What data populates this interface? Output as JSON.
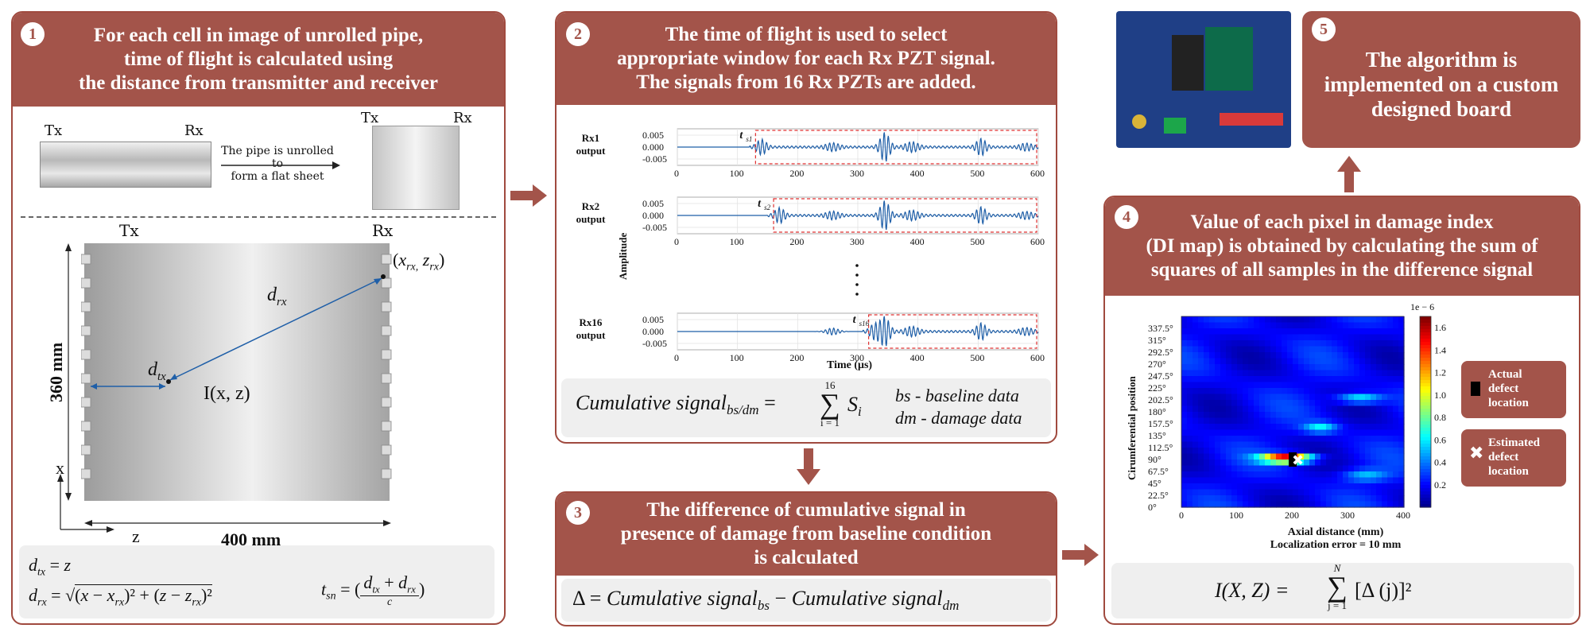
{
  "panel1": {
    "number": "1",
    "title_lines": [
      "For each cell in image of unrolled pipe,",
      "time of flight is calculated using",
      "the distance from transmitter and receiver"
    ],
    "tx_label": "Tx",
    "rx_label": "Rx",
    "unroll_text_1": "The pipe is unrolled to",
    "unroll_text_2": "form a flat sheet",
    "height_label": "360 mm",
    "width_label": "400 mm",
    "point_label": "I(x, z)",
    "rx_point_label": "(x",
    "d_rx": "d",
    "d_tx": "d",
    "axis_x": "x",
    "axis_z": "z",
    "formula_1": "d_tx = z",
    "formula_2": "d_rx = √((x − x_rx)² + (z − z_rx)²)",
    "formula_3": "t_sn = ((d_tx + d_rx) / c)"
  },
  "panel2": {
    "number": "2",
    "title_lines": [
      "The time of flight is used to select",
      "appropriate window for each Rx PZT signal.",
      "The signals from 16 Rx PZTs are added."
    ],
    "signal_labels": [
      [
        "Rx1",
        "output"
      ],
      [
        "Rx2",
        "output"
      ],
      [
        "Rx16",
        "output"
      ]
    ],
    "ts_labels": [
      "s1",
      "s2",
      "s16"
    ],
    "ylabel": "Amplitude",
    "xlabel": "Time (μs)",
    "yticks": [
      "0.005",
      "0.000",
      "-0.005"
    ],
    "xticks": [
      "0",
      "100",
      "200",
      "300",
      "400",
      "500",
      "600"
    ],
    "formula_main": "Cumulative signal",
    "formula_sub": "bs/dm",
    "sum_top": "16",
    "sum_bottom": "i = 1",
    "formula_term": "S",
    "formula_term_sub": "i",
    "legend_1": "bs - baseline data",
    "legend_2": "dm - damage data"
  },
  "panel3": {
    "number": "3",
    "title_lines": [
      "The difference of cumulative signal in",
      "presence of damage from baseline condition",
      "is calculated"
    ],
    "formula_delta": "Δ",
    "formula_a": "Cumulative signal",
    "formula_a_sub": "bs",
    "formula_b": "Cumulative signal",
    "formula_b_sub": "dm"
  },
  "panel4": {
    "number": "4",
    "title_lines": [
      "Value of each pixel in damage index",
      "(DI map) is obtained by calculating the sum of",
      "squares of all samples in the difference signal"
    ],
    "ylabel": "Cirumferential position",
    "xlabel": "Axial distance (mm)",
    "caption": "Localization error = 10 mm",
    "yticks": [
      "337.5°",
      "315°",
      "292.5°",
      "270°",
      "247.5°",
      "225°",
      "202.5°",
      "180°",
      "157.5°",
      "135°",
      "112.5°",
      "90°",
      "67.5°",
      "45°",
      "22.5°",
      "0°"
    ],
    "xticks": [
      "0",
      "100",
      "200",
      "300",
      "400"
    ],
    "cbar_ticks": [
      "1.6",
      "1.4",
      "1.2",
      "1.0",
      "0.8",
      "0.6",
      "0.4",
      "0.2"
    ],
    "cbar_scale": "1e − 6",
    "legend_actual": [
      "Actual",
      "defect",
      "location"
    ],
    "legend_estimated": [
      "Estimated",
      "defect",
      "location"
    ],
    "formula_lhs": "I(X, Z) =",
    "sum_top": "N",
    "sum_bottom": "j = 1",
    "formula_rhs": "[Δ (j)]²"
  },
  "panel5": {
    "number": "5",
    "title_lines": [
      "The algorithm is",
      "implemented on a custom",
      "designed board"
    ]
  },
  "colors": {
    "accent": "#a3544a",
    "border": "#a04a3f",
    "signal": "#1f5fa8",
    "window": "#e03030"
  }
}
